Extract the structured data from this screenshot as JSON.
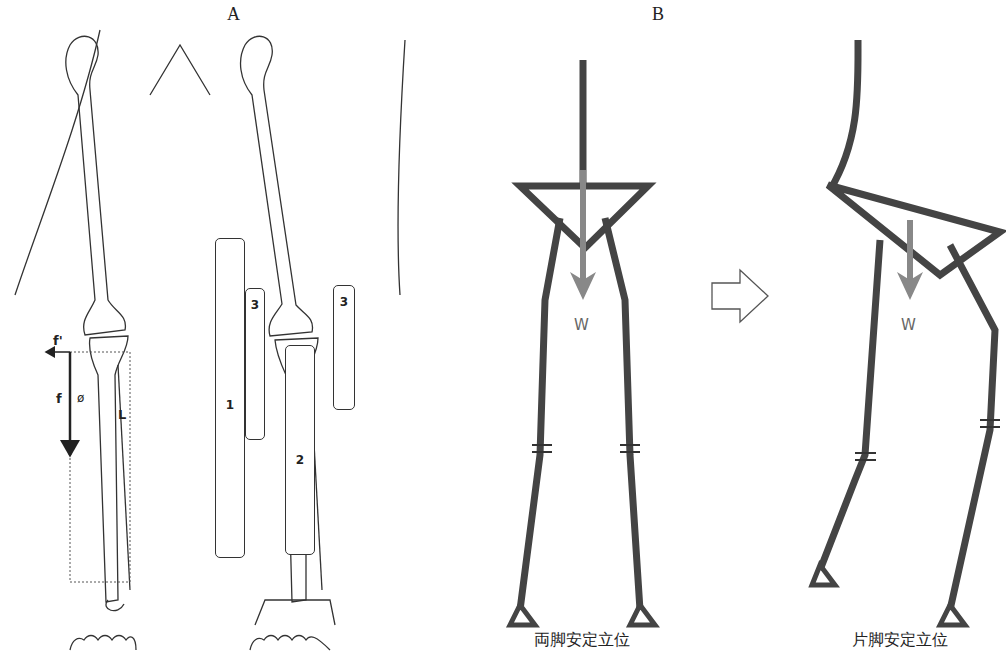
{
  "diagram": {
    "nodes": [
      {
        "text": [
          "1"
        ]
      },
      {
        "text": [
          "3"
        ]
      },
      {
        "text": [
          "2"
        ]
      },
      {
        "text": [
          "3"
        ]
      }
    ],
    "labels": [
      "A",
      "B",
      "f'",
      "f",
      "ø",
      "L",
      "W",
      "W",
      "両脚安定立位",
      "片脚安定立位"
    ]
  }
}
